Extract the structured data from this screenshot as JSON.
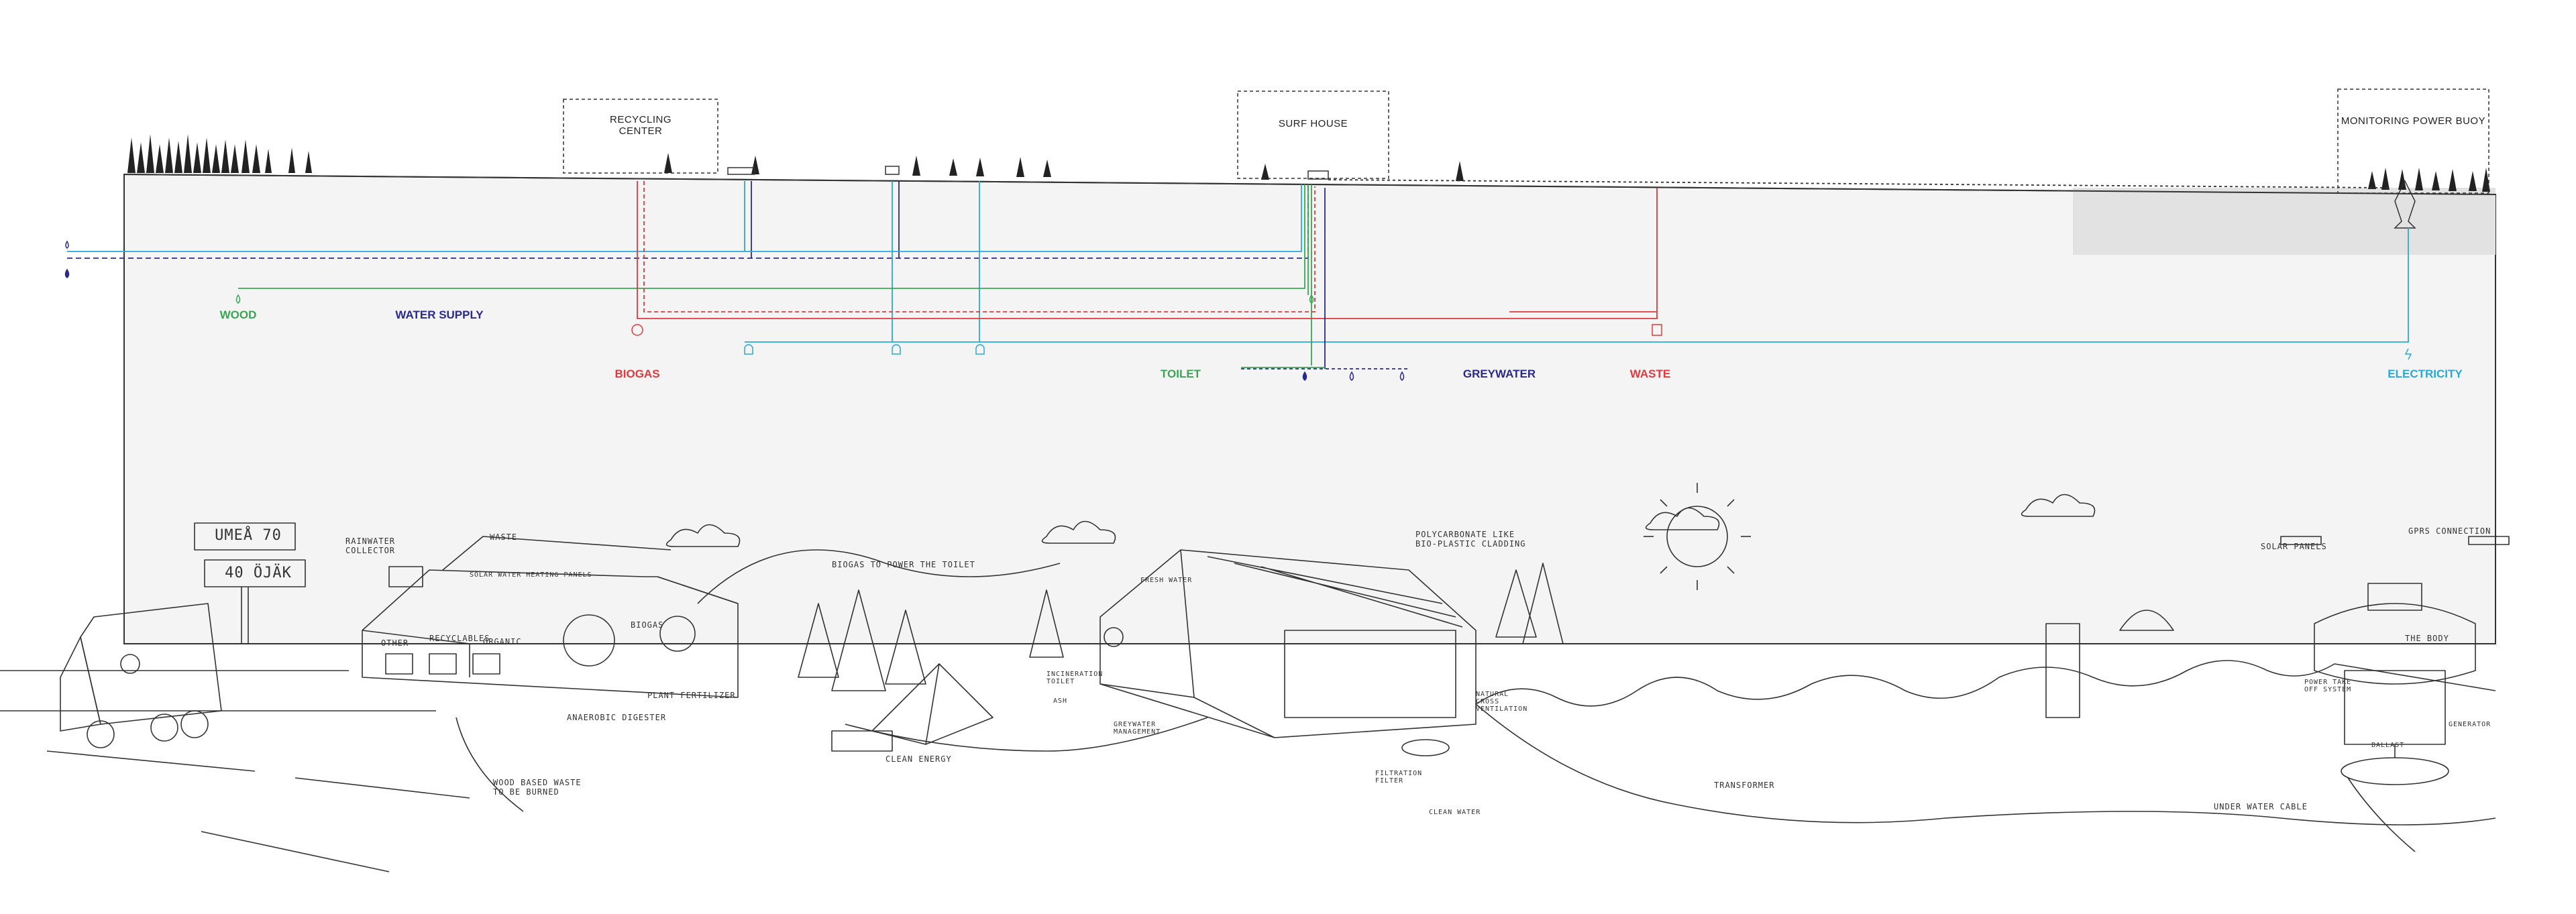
{
  "colors": {
    "wood": "#3aa655",
    "water": "#2a2a8c",
    "biogas": "#e0393e",
    "toilet": "#3aa655",
    "greywater": "#2a2a8c",
    "waste": "#e0393e",
    "electricity": "#2aa8d8",
    "line": "#333333",
    "panel": "#f3f3f3"
  },
  "buildings": {
    "recycling": "RECYCLING\nCENTER",
    "surf": "SURF HOUSE",
    "buoy": "MONITORING POWER BUOY"
  },
  "sections": {
    "wood": {
      "title": "WOOD"
    },
    "water_supply": {
      "title": "WATER SUPPLY"
    },
    "biogas": {
      "title": "BIOGAS"
    },
    "toilet": {
      "title": "TOILET"
    },
    "greywater": {
      "title": "GREYWATER"
    },
    "waste": {
      "title": "WASTE"
    },
    "electricity": {
      "title": "ELECTRICITY"
    }
  },
  "sketch_labels": {
    "sign_top": "UMEÅ 70",
    "sign_bottom": "40 ÖJÄK",
    "rainwater": "RAINWATER\nCOLLECTOR",
    "waste": "WASTE",
    "solar_water": "SOLAR WATER HEATING PANELS",
    "other": "OTHER",
    "recyclables": "RECYCLABLES",
    "organic": "ORGANIC",
    "biogas": "BIOGAS",
    "plant_fertilizer": "PLANT FERTILIZER",
    "anaerobic": "ANAEROBIC DIGESTER",
    "wood_waste": "WOOD BASED WASTE\nTO BE BURNED",
    "biogas_toilet": "BIOGAS TO POWER THE TOILET",
    "clean_energy": "CLEAN ENERGY",
    "fresh_water": "FRESH WATER",
    "incineration_toilet": "INCINERATION\nTOILET",
    "ash": "ASH",
    "greywater_management": "GREYWATER\nMANAGEMENT",
    "polycarbonate": "POLYCARBONATE LIKE\nBIO-PLASTIC CLADDING",
    "natural_ventilation": "NATURAL\nCROSS\nVENTILATION",
    "filtration": "FILTRATION\nFILTER",
    "clean_water": "CLEAN WATER",
    "transformer": "TRANSFORMER",
    "solar_panels": "SOLAR PANELS",
    "gprs": "GPRS CONNECTION",
    "the_body": "THE BODY",
    "power_take_off": "POWER TAKE\nOFF SYSTEM",
    "generator": "GENERATOR",
    "ballast": "BALLAST",
    "under_water_cable": "UNDER WATER CABLE"
  }
}
